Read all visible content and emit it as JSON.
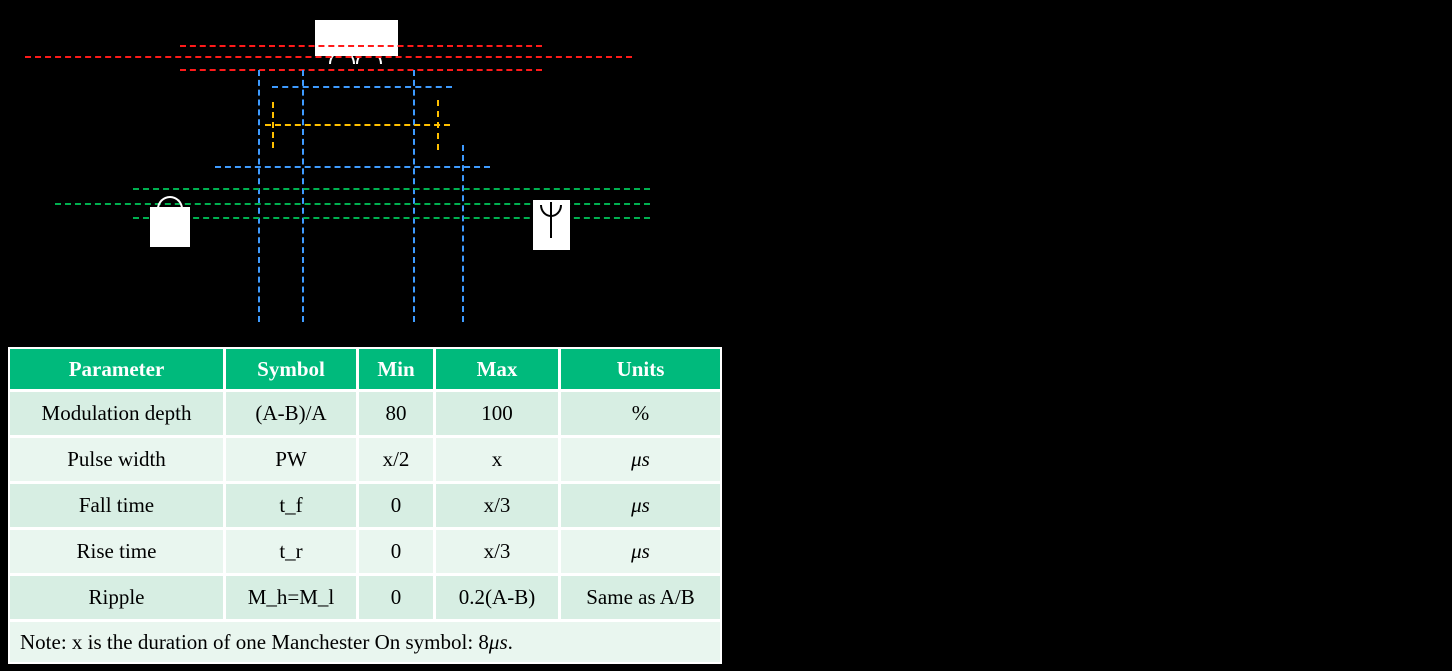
{
  "figure": {
    "background": "#000000"
  },
  "diagram": {
    "name": "modulation-pulse-shape",
    "colors": {
      "a_level": "#FF1A1A",
      "b_level": "#00B050",
      "timing_marks": "#3E9BFF",
      "threshold_marks": "#FFC000",
      "ripple_arcs": "#FFFFFF",
      "label_boxes": "#FFFFFF"
    }
  },
  "table": {
    "header_bg": "#00BA7C",
    "row_bg_odd": "#D7EEE3",
    "row_bg_even": "#E9F6EF",
    "headers": [
      "Parameter",
      "Symbol",
      "Min",
      "Max",
      "Units"
    ],
    "rows": [
      [
        "Modulation depth",
        "(A-B)/A",
        "80",
        "100",
        "%"
      ],
      [
        "Pulse width",
        "PW",
        "x/2",
        "x",
        "μs"
      ],
      [
        "Fall time",
        "t_f",
        "0",
        "x/3",
        "μs"
      ],
      [
        "Rise time",
        "t_r",
        "0",
        "x/3",
        "μs"
      ],
      [
        "Ripple",
        "M_h=M_l",
        "0",
        "0.2(A-B)",
        "Same as A/B"
      ]
    ],
    "note": {
      "prefix": "Note: x is the duration of one Manchester On symbol: 8 ",
      "unit": "μs",
      "suffix": "."
    }
  }
}
